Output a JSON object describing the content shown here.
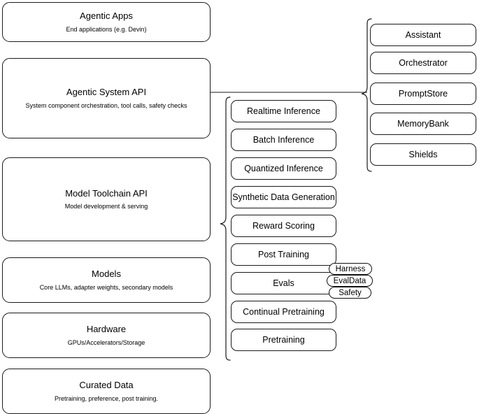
{
  "diagram": {
    "title": "AI stack layers diagram",
    "stroke_color": "#1a1a1a",
    "background_color": "#ffffff"
  },
  "left_column": {
    "name": "stack-layers",
    "layers": [
      {
        "title": "Agentic Apps",
        "subtitle": "End applications (e.g. Devin)"
      },
      {
        "title": "Agentic System API",
        "subtitle": "System component orchestration, tool calls, safety checks"
      },
      {
        "title": "Model Toolchain API",
        "subtitle": "Model development & serving"
      },
      {
        "title": "Models",
        "subtitle": "Core LLMs, adapter weights, secondary models"
      },
      {
        "title": "Hardware",
        "subtitle": "GPUs/Accelerators/Storage"
      },
      {
        "title": "Curated Data",
        "subtitle": "Pretraining, preference, post training."
      }
    ]
  },
  "middle_column": {
    "name": "model-toolchain-components",
    "items": [
      {
        "label": "Realtime Inference"
      },
      {
        "label": "Batch Inference"
      },
      {
        "label": "Quantized Inference"
      },
      {
        "label": "Synthetic Data Generation"
      },
      {
        "label": "Reward Scoring"
      },
      {
        "label": "Post Training"
      },
      {
        "label": "Evals"
      },
      {
        "label": "Continual Pretraining"
      },
      {
        "label": "Pretraining"
      }
    ],
    "eval_pills": [
      {
        "label": "Harness"
      },
      {
        "label": "EvalData"
      },
      {
        "label": "Safety"
      }
    ]
  },
  "right_column": {
    "name": "agentic-system-components",
    "items": [
      {
        "label": "Assistant"
      },
      {
        "label": "Orchestrator"
      },
      {
        "label": "PromptStore"
      },
      {
        "label": "MemoryBank"
      },
      {
        "label": "Shields"
      }
    ]
  }
}
